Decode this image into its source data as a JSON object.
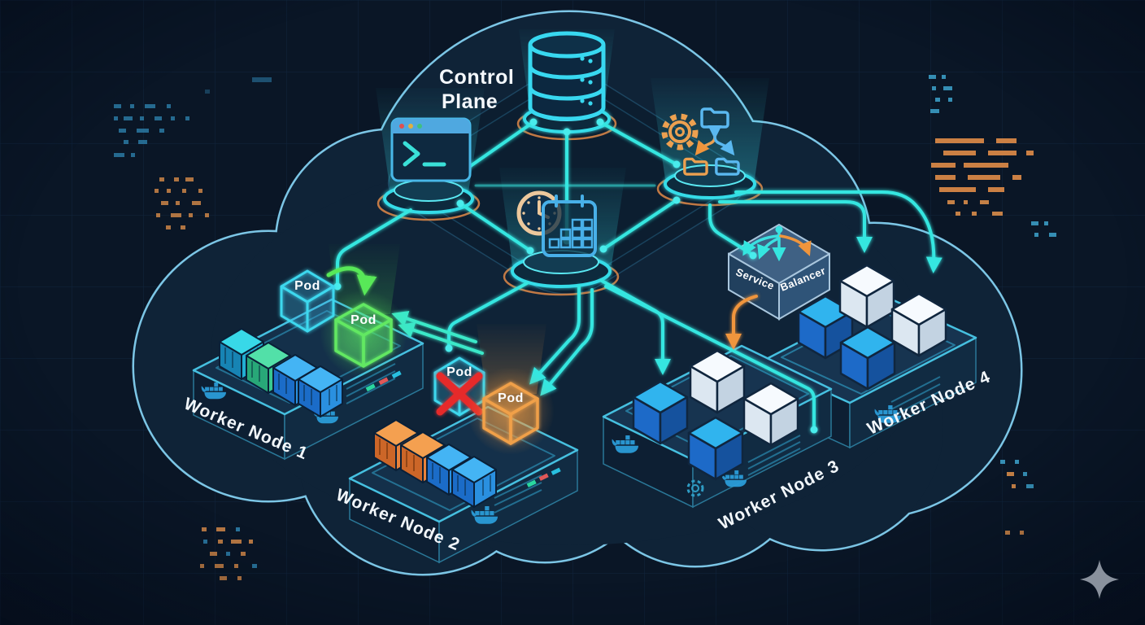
{
  "control_plane": {
    "label_lines": [
      "Control",
      "Plane"
    ]
  },
  "worker_nodes": [
    {
      "label": "Worker Node 1"
    },
    {
      "label": "Worker Node 2"
    },
    {
      "label": "Worker Node 3"
    },
    {
      "label": "Worker Node 4"
    }
  ],
  "pods": {
    "node1_source": {
      "label": "Pod"
    },
    "node1_scheduled": {
      "label": "Pod"
    },
    "node2_failed": {
      "label": "Pod"
    },
    "node2_replacement": {
      "label": "Pod"
    }
  },
  "load_balancer": {
    "side_label": "Service",
    "front_label": "Balancer"
  },
  "icons": [
    "database-icon",
    "terminal-icon",
    "gear-icon",
    "folder-workflow-icon",
    "clock-icon",
    "calendar-icon",
    "load-balancer-arrows-icon",
    "docker-whale-icon",
    "gear-badge-icon",
    "error-x-icon",
    "reschedule-arrow-icon",
    "sparkle-logo-icon"
  ],
  "colors": {
    "background": "#0a1626",
    "cloud_fill": "#0f2337",
    "cloud_outline": "#7cc6e6",
    "neon_teal": "#35e6e0",
    "accent_orange": "#f0953c",
    "pod_green": "#62e862",
    "pod_orange": "#f0a048",
    "pod_cyan": "#3ed8ee",
    "error_red": "#e62c2c",
    "cube_blue": "#30b4ee",
    "cube_white": "#f6fafe",
    "watermark_gray": "#98a0ac"
  }
}
